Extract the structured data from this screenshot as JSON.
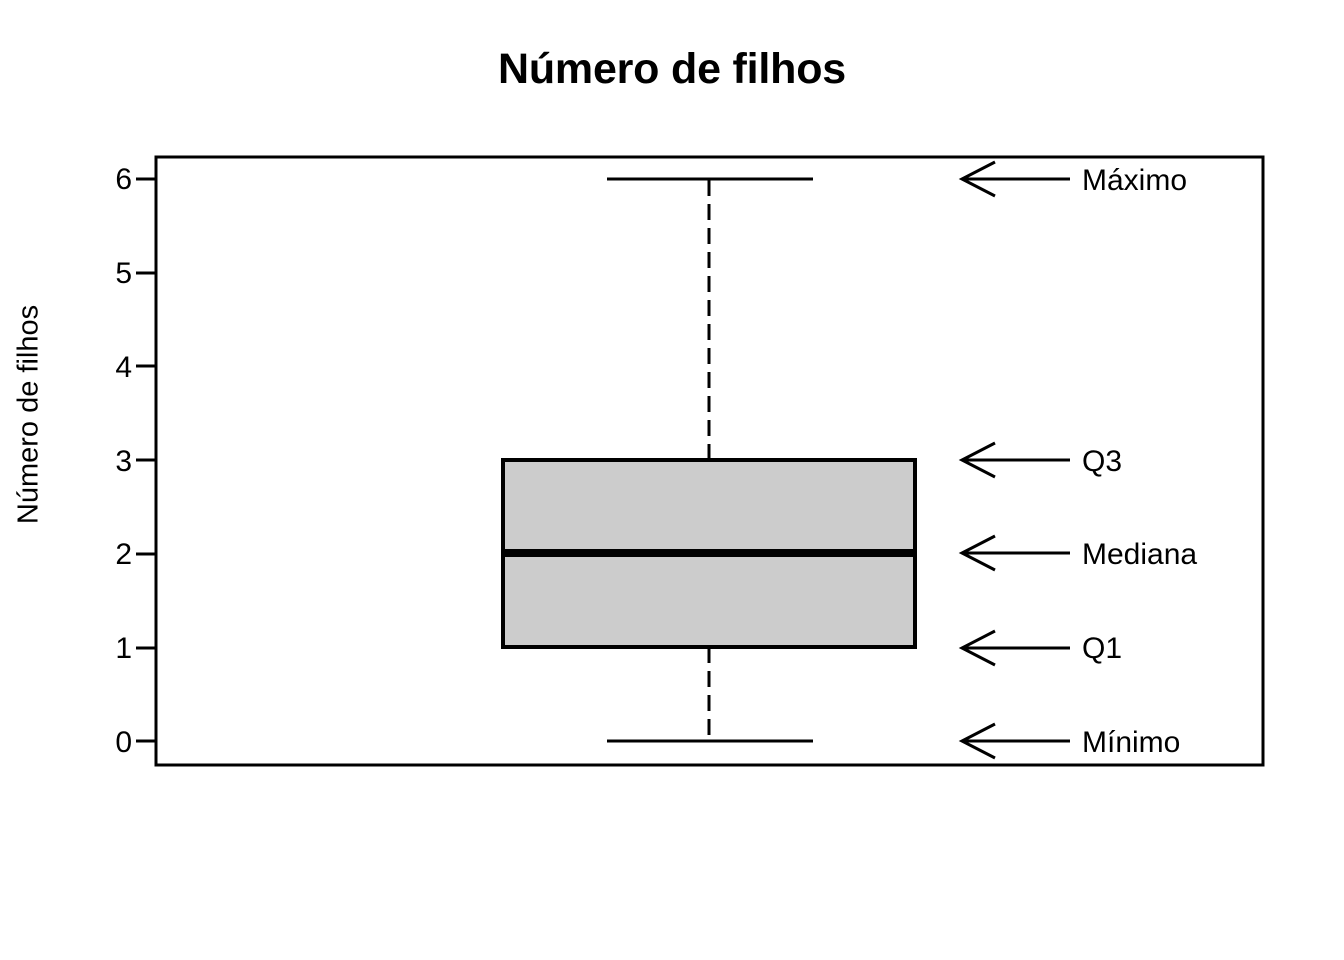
{
  "figure": {
    "title": "Número de filhos",
    "background_color": "#ffffff",
    "foreground_color": "#000000"
  },
  "axes": {
    "y_axis_title": "Número de filhos",
    "y_ticks": [
      "6",
      "5",
      "4",
      "3",
      "2",
      "1",
      "0"
    ]
  },
  "annotations": {
    "maximo": "Máximo",
    "q3": "Q3",
    "mediana": "Mediana",
    "q1": "Q1",
    "minimo": "Mínimo"
  },
  "chart_data": {
    "type": "box",
    "title": "Número de filhos",
    "xlabel": "",
    "ylabel": "Número de filhos",
    "ylim": [
      0,
      6
    ],
    "yticks": [
      0,
      1,
      2,
      3,
      4,
      5,
      6
    ],
    "grid": false,
    "legend": "none",
    "box_fill_color": "#cccccc",
    "box_line_color": "#000000",
    "whisker_style": "dashed",
    "series": [
      {
        "name": "Número de filhos",
        "min": 0,
        "q1": 1,
        "median": 2,
        "q3": 3,
        "max": 6,
        "outliers": []
      }
    ],
    "annotations": [
      {
        "label": "Máximo",
        "value": 6
      },
      {
        "label": "Q3",
        "value": 3
      },
      {
        "label": "Mediana",
        "value": 2
      },
      {
        "label": "Q1",
        "value": 1
      },
      {
        "label": "Mínimo",
        "value": 0
      }
    ]
  }
}
